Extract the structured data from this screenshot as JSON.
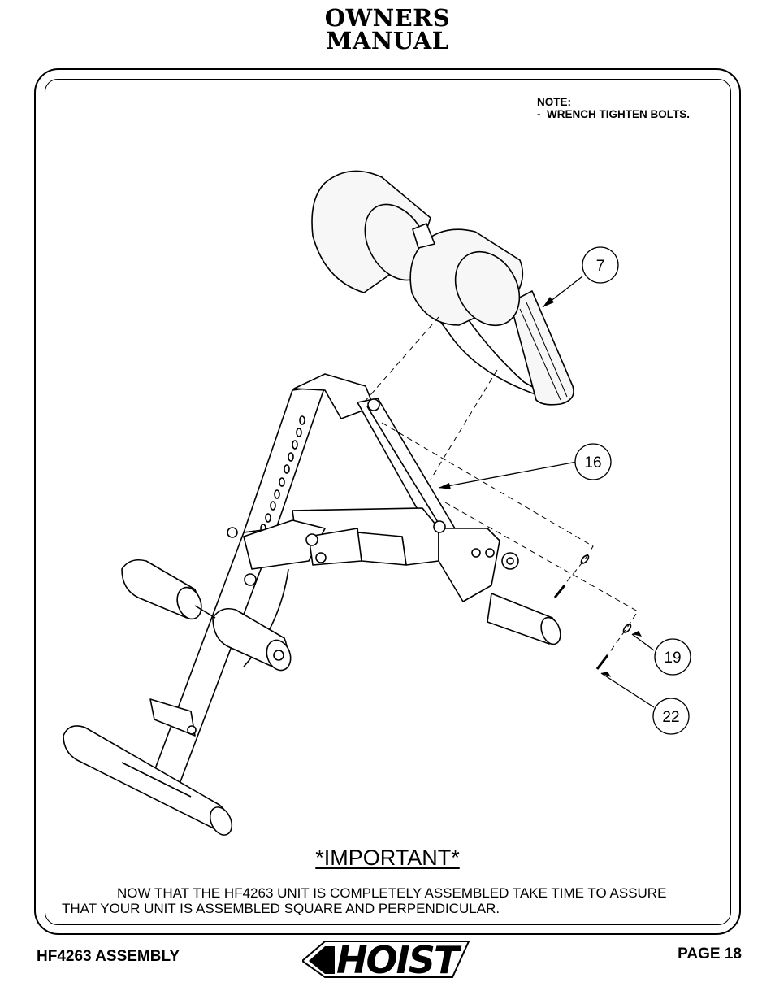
{
  "header": {
    "line1": "OWNERS",
    "line2": "MANUAL"
  },
  "note": {
    "line1": "NOTE:",
    "line2": "-  WRENCH TIGHTEN BOLTS."
  },
  "callouts": [
    {
      "label": "7"
    },
    {
      "label": "16"
    },
    {
      "label": "19"
    },
    {
      "label": "22"
    }
  ],
  "important": {
    "title": "*IMPORTANT*",
    "line1": "NOW THAT THE HF4263 UNIT IS COMPLETELY ASSEMBLED TAKE TIME TO ASSURE",
    "line2": "THAT YOUR UNIT IS ASSEMBLED SQUARE AND PERPENDICULAR."
  },
  "footer": {
    "left": "HF4263 ASSEMBLY",
    "logo": "HOIST",
    "right": "PAGE 18"
  },
  "colors": {
    "ink": "#000000",
    "paper": "#ffffff",
    "fill": "#f7f7f7"
  }
}
